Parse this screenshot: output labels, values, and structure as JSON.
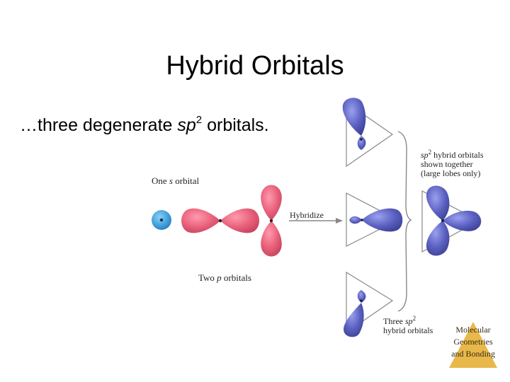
{
  "slide": {
    "title": "Hybrid Orbitals",
    "subtitle_prefix": "…three degenerate ",
    "subtitle_sp": "sp",
    "subtitle_sup": "2",
    "subtitle_suffix": " orbitals."
  },
  "figure": {
    "s_label_pre": "One ",
    "s_label_italic": "s",
    "s_label_post": " orbital",
    "p_label_pre": "Two ",
    "p_label_italic": "p",
    "p_label_post": " orbitals",
    "arrow_label": "Hybridize",
    "shown_line1_italic": "sp",
    "shown_line1_sup": "2",
    "shown_line1_rest": " hybrid orbitals",
    "shown_line2": "shown together",
    "shown_line3": "(large lobes only)",
    "three_line1_pre": "Three ",
    "three_line1_italic": "sp",
    "three_line1_sup": "2",
    "three_line2": "hybrid orbitals"
  },
  "corner": {
    "line1": "Molecular",
    "line2": "Geometries",
    "line3": "and Bonding"
  },
  "colors": {
    "p_orbital": "#e8607a",
    "s_orbital": "#3a9ad8",
    "hybrid": "#5a60c0",
    "corner_triangle": "#e8b84a"
  }
}
